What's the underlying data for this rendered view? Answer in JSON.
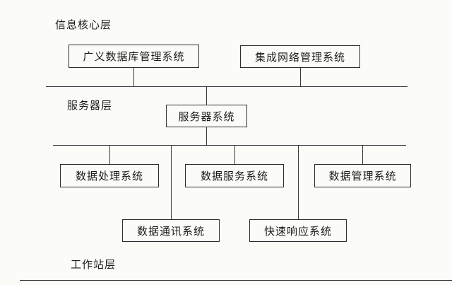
{
  "diagram": {
    "layers": {
      "core": "信息核心层",
      "server": "服务器层",
      "workstation": "工作站层"
    },
    "nodes": {
      "gdbms": "广义数据库管理系统",
      "inms": "集成网络管理系统",
      "server_system": "服务器系统",
      "data_processing": "数据处理系统",
      "data_service": "数据服务系统",
      "data_management": "数据管理系统",
      "data_comm": "数据通讯系统",
      "rapid_response": "快速响应系统"
    },
    "colors": {
      "line": "#3a3a3a",
      "box_border": "#2e2e2e",
      "background": "#fbfbf8"
    }
  }
}
